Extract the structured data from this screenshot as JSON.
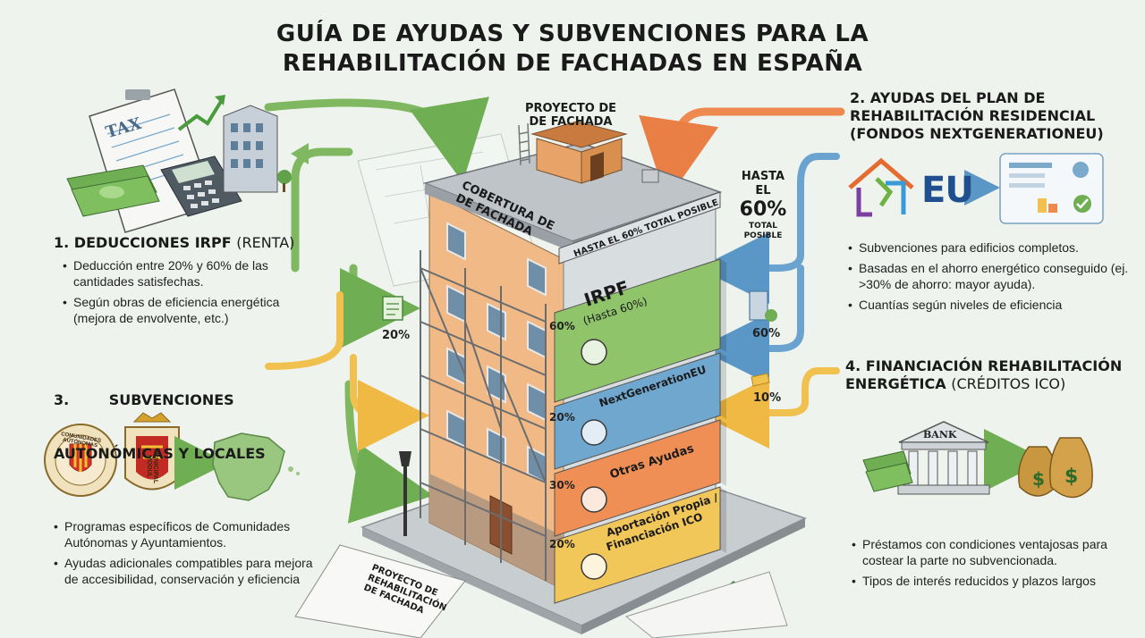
{
  "title": {
    "line1": "GUÍA DE AYUDAS Y SUBVENCIONES PARA LA",
    "line2": "REHABILITACIÓN DE FACHADAS EN ESPAÑA"
  },
  "sections": {
    "irpf": {
      "title": "1. DEDUCCIONES IRPF",
      "title_suffix": "(RENTA)",
      "bullets": [
        "Deducción entre 20% y 60% de las cantidades satisfechas.",
        "Según obras de eficiencia energética (mejora de envolvente, etc.)"
      ],
      "icon_label": "TAX"
    },
    "plan": {
      "title_line1": "2. AYUDAS DEL PLAN DE",
      "title_line2": "REHABILITACIÓN RESIDENCIAL",
      "title_line3": "(FONDOS NEXTGENERATIONEU)",
      "logo_text": "EU",
      "bullets": [
        "Subvenciones para edificios completos.",
        "Basadas en el ahorro energético conseguido (ej. >30% de ahorro: mayor ayuda).",
        "Cuantías según niveles de eficiencia"
      ]
    },
    "autonomicas": {
      "title_line1": "3.        SUBVENCIONES",
      "title_line2": "AUTONÓMICAS Y LOCALES",
      "seal1_text": "COMUNIDADES AUTÓNOMAS",
      "seal2_text": "MUNICIPAL MODUL",
      "bullets": [
        "Programas específicos de Comunidades Autónomas y Ayuntamientos.",
        "Ayudas adicionales compatibles para mejora de accesibilidad, conservación y eficiencia"
      ]
    },
    "financiacion": {
      "title_line1": "4. FINANCIACIÓN REHABILITACIÓN",
      "title_line2": "ENERGÉTICA",
      "title_suffix": "(CRÉDITOS ICO)",
      "bank_label": "BANK",
      "bullets": [
        "Préstamos con condiciones ventajosas para costear la parte no subvencionada.",
        "Tipos de interés reducidos y plazos largos"
      ]
    }
  },
  "building": {
    "roof_sign_line1": "PROYECTO DE",
    "roof_sign_line2": "DE FACHADA",
    "cover_line1": "COBERTURA DE",
    "cover_line2": "DE FACHADA",
    "top_band": "HASTA EL 60% TOTAL POSIBLE",
    "base_doc_line1": "PROYECTO DE",
    "base_doc_line2": "REHABILITACIÓN",
    "base_doc_line3": "DE FACHADA",
    "bands": [
      {
        "label": "IRPF",
        "sub": "(Hasta 60%)",
        "pct": "60%",
        "color": "#8fc46a"
      },
      {
        "label": "NextGenerationEU",
        "sub": "",
        "pct": "20%",
        "color": "#6fa7cf"
      },
      {
        "label": "Otras Ayudas",
        "sub": "",
        "pct": "30%",
        "color": "#ef8f55"
      },
      {
        "label": "Aportación Propia /",
        "sub": "Financiación ICO",
        "pct": "20%",
        "color": "#f2c75a"
      }
    ]
  },
  "callouts": {
    "hasta_line1": "HASTA",
    "hasta_line2": "EL",
    "hasta_value": "60%",
    "hasta_line3": "TOTAL",
    "hasta_line4": "POSIBLE",
    "left_pct": "20%",
    "right_pct": "60%",
    "right_low_pct": "10%"
  },
  "colors": {
    "green": "#7fb860",
    "blue": "#6aa3cf",
    "orange": "#ee8a4f",
    "yellow": "#f1c14f"
  }
}
